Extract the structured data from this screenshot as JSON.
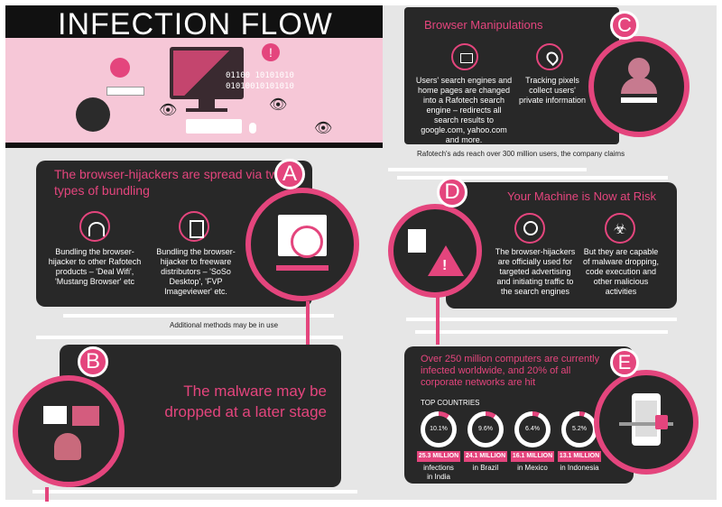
{
  "header": {
    "title": "INFECTION FLOW"
  },
  "c": {
    "letter": "C",
    "heading": "Browser Manipulations",
    "text1": "Users' search engines and home pages are changed into a Rafotech search engine – redirects all search results to google.com, yahoo.com and more.",
    "text2": "Tracking pixels collect users' private information",
    "note": "Rafotech's ads reach over 300 million users, the company claims"
  },
  "a": {
    "letter": "A",
    "heading": "The browser-hijackers are spread via two types of bundling",
    "text1": "Bundling the browser-hijacker to other Rafotech products – 'Deal Wifi', 'Mustang Browser' etc",
    "text2": "Bundling the browser-hijacker to freeware distributors – 'SoSo Desktop', 'FVP Imageviewer' etc.",
    "note": "Additional methods may be in use"
  },
  "d": {
    "letter": "D",
    "heading": "Your Machine is Now at Risk",
    "text1": "The browser-hijackers are officially used for targeted advertising and initiating traffic to the search engines",
    "text2": "But they are capable of malware dropping, code execution and other malicious activities"
  },
  "b": {
    "letter": "B",
    "heading": "The malware may be dropped at a later stage"
  },
  "e": {
    "letter": "E",
    "heading": "Over 250 million computers are currently infected worldwide, and 20% of all corporate networks are hit",
    "top_label": "TOP COUNTRIES",
    "countries": [
      {
        "pct_label": "10.1%",
        "pct": 10.1,
        "pill": "25.3 MILLION",
        "caption1": "infections",
        "caption2": "in India"
      },
      {
        "pct_label": "9.6%",
        "pct": 9.6,
        "pill": "24.1 MILLION",
        "caption1": "in Brazil",
        "caption2": ""
      },
      {
        "pct_label": "6.4%",
        "pct": 6.4,
        "pill": "16.1 MILLION",
        "caption1": "in Mexico",
        "caption2": ""
      },
      {
        "pct_label": "5.2%",
        "pct": 5.2,
        "pill": "13.1 MILLION",
        "caption1": "in Indonesia",
        "caption2": ""
      }
    ]
  },
  "illustration": {
    "binary_line1": "01100 10101010",
    "binary_line2": "01010010101010"
  },
  "colors": {
    "accent": "#e4457d",
    "panel": "#282828",
    "header_bg": "#f6c7d7"
  }
}
